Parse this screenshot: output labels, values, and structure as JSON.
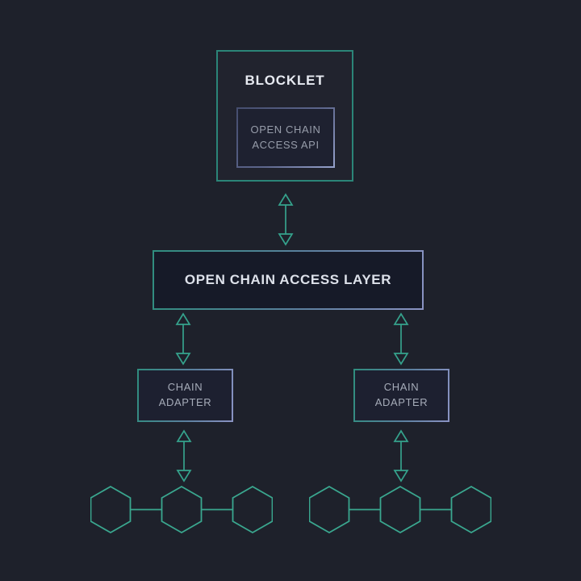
{
  "diagram": {
    "background_color": "#1e212b",
    "teal_accent": "#2b8578",
    "purple_accent": "#8a93c3",
    "arrow_color": "#35a28c",
    "hexagon_color": "#3aa78f",
    "blocklet_box": {
      "label": "BLOCKLET"
    },
    "api_box": {
      "line1": "OPEN CHAIN",
      "line2": "ACCESS API"
    },
    "layer_box": {
      "label": "OPEN CHAIN ACCESS LAYER"
    },
    "left_adapter": {
      "line1": "CHAIN",
      "line2": "ADAPTER"
    },
    "right_adapter": {
      "line1": "CHAIN",
      "line2": "ADAPTER"
    }
  }
}
